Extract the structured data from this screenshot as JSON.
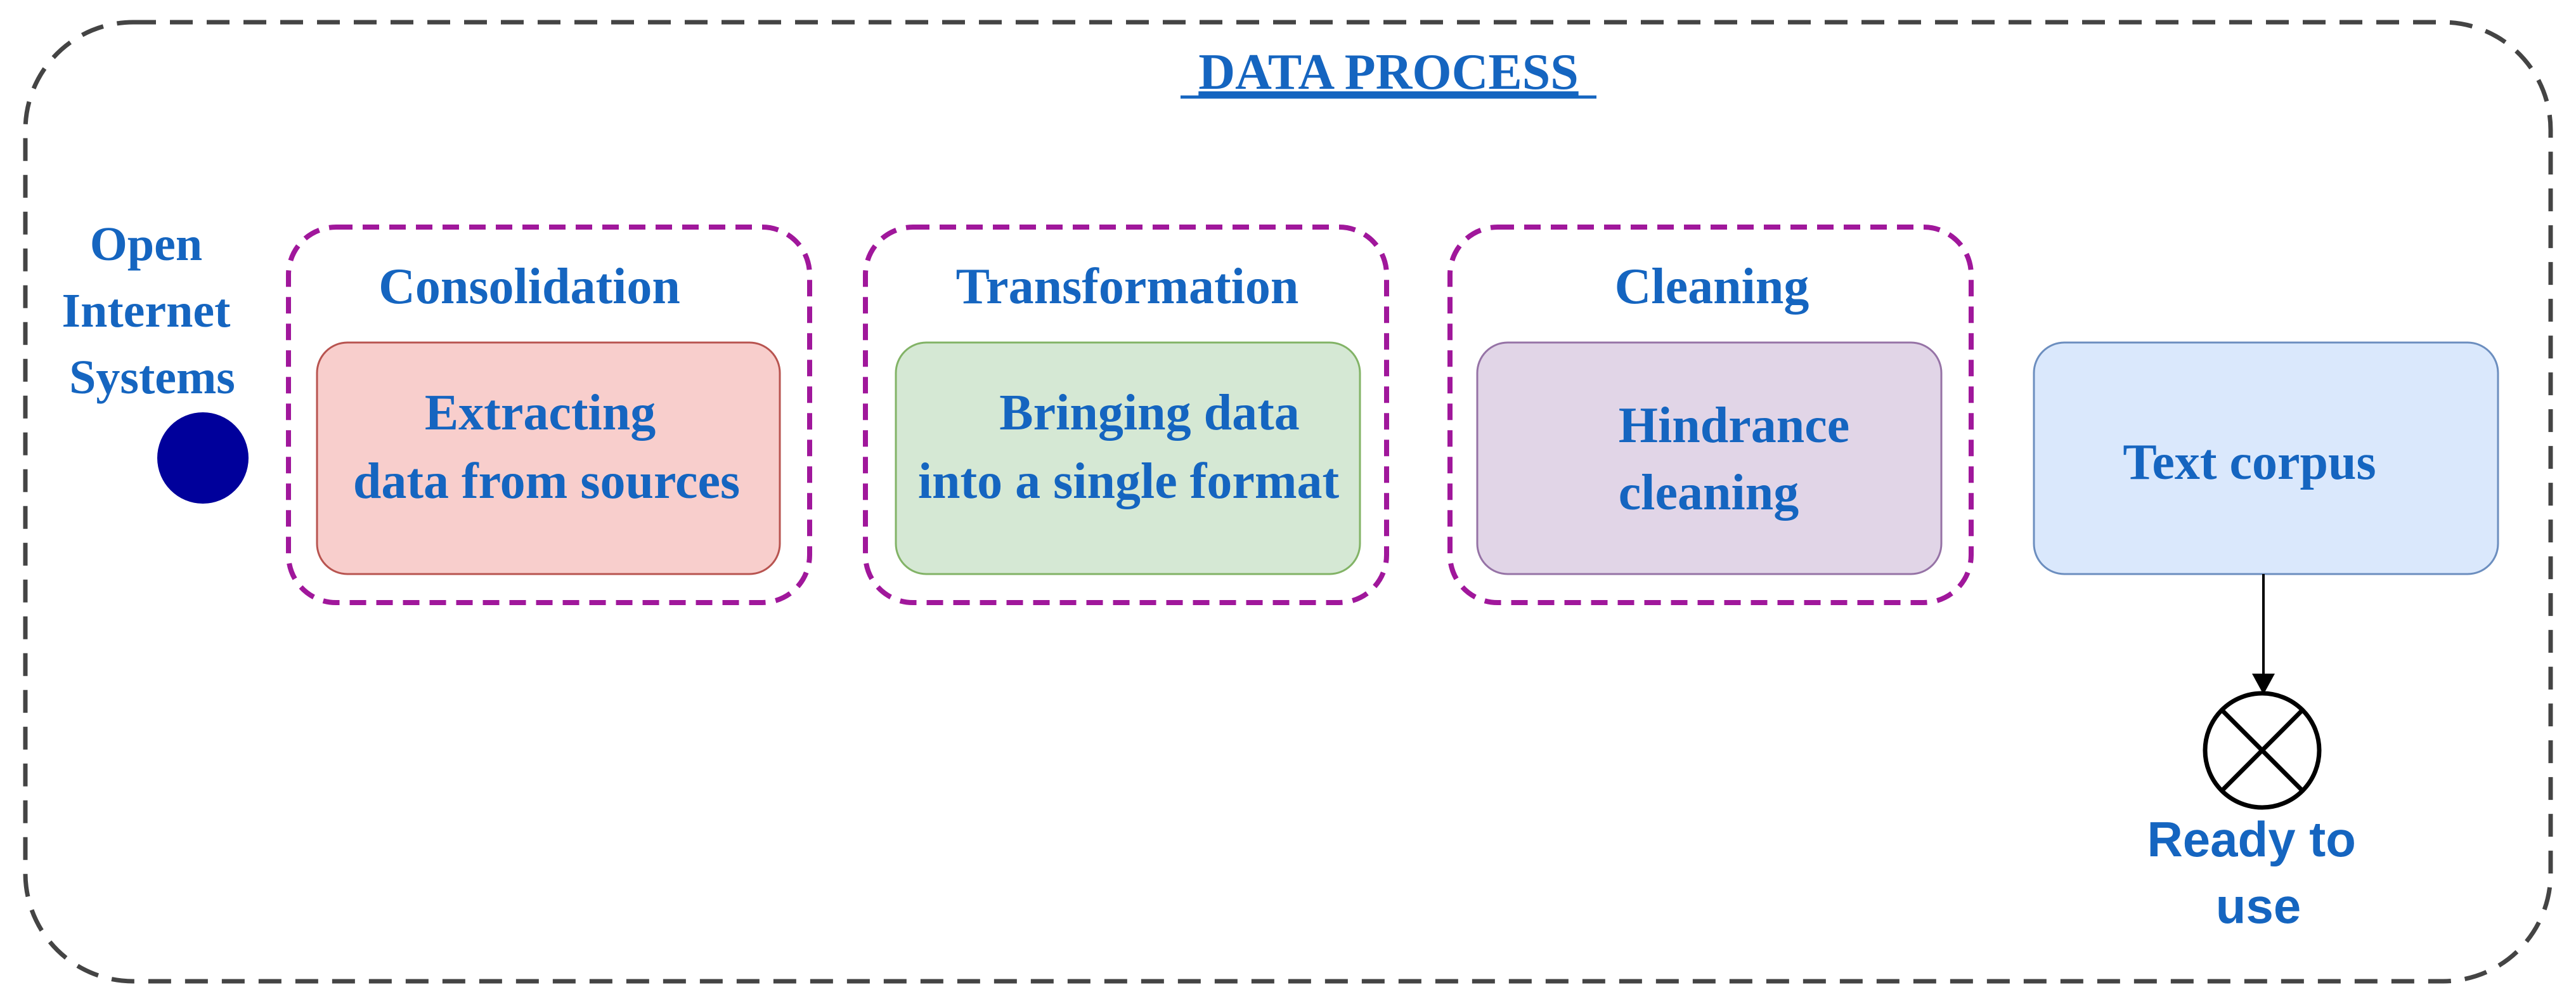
{
  "title": "DATA PROCESS",
  "source": {
    "label_lines": [
      "Open",
      "Internet",
      "Systems"
    ]
  },
  "stages": [
    {
      "group_label": "Consolidation",
      "box_lines": [
        "Extracting",
        "data from sources"
      ],
      "fill": "#F8CECC",
      "stroke": "#B85450"
    },
    {
      "group_label": "Transformation",
      "box_lines": [
        "Bringing data",
        "into a single format"
      ],
      "fill": "#D5E8D4",
      "stroke": "#82B366"
    },
    {
      "group_label": "Cleaning",
      "box_lines": [
        "Hindrance",
        "cleaning"
      ],
      "fill": "#E1D5E7",
      "stroke": "#9673A6"
    }
  ],
  "output_box": {
    "label": "Text corpus",
    "fill": "#DAE8FC",
    "stroke": "#6C8EBF"
  },
  "end_event": {
    "label_lines": [
      "Ready to",
      "use"
    ],
    "icon": "x-circle-icon"
  },
  "colors": {
    "text": "#1565C0",
    "group_border": "#A0179B",
    "outer_border": "#444444",
    "start_dot": "#00009B",
    "connector": "#000000"
  }
}
